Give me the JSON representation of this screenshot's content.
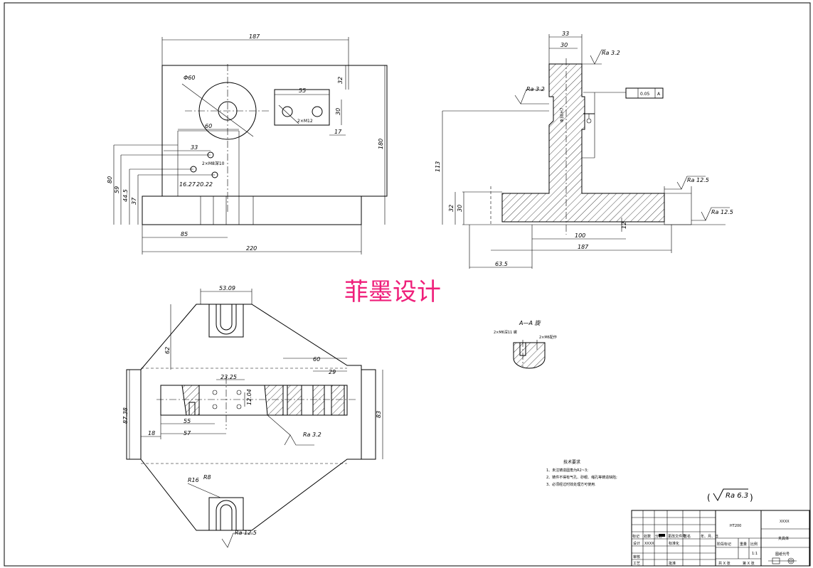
{
  "drawing": {
    "watermark": "菲墨设计",
    "section_label": "A—A 旋",
    "section_notes": [
      "2×M6深11 螺",
      "2×M6配作"
    ],
    "hole_note_front": "2×M12",
    "hole_note_left": "2×M8深10",
    "tolerance_frame": {
      "value": "0.05",
      "datum": "A"
    },
    "diameter_front": "Φ60",
    "diameter_side": "Φ30H7",
    "roughness": {
      "side_top": "Ra 3.2",
      "side_left": "Ra 3.2",
      "side_right_upper": "Ra 12.5",
      "side_right_lower": "Ra 12.5",
      "plan": "Ra 3.2",
      "plan_bottom": "Ra 12.5",
      "general": "Ra 6.3"
    },
    "front_dims": [
      "187",
      "32",
      "55",
      "30",
      "17",
      "180",
      "60",
      "33",
      "16.27",
      "20.22",
      "80",
      "59",
      "44.5",
      "37",
      "85",
      "220"
    ],
    "side_dims": [
      "33",
      "30",
      "113",
      "32",
      "30",
      "100",
      "187",
      "63.5",
      "12"
    ],
    "plan_dims": [
      "53.09",
      "62",
      "60",
      "29",
      "23.25",
      "12.04",
      "87.38",
      "55",
      "18",
      "57",
      "83",
      "R16",
      "R8"
    ],
    "tech_req": {
      "title": "技术要求",
      "items": [
        "1、未注铸造圆角为R2~3;",
        "2、铸件不得有气孔、砂眼、缩孔等铸造缺陷;",
        "3、必须经过时效处理方可使用."
      ]
    },
    "title_block": {
      "material": "HT200",
      "company": "XXXX",
      "part_name": "夹具体",
      "drawing_no": "图纸代号",
      "scale": "1:1",
      "row_labels": [
        "标记",
        "处数",
        "分区",
        "更改文件号",
        "签名",
        "年、月、日"
      ],
      "design_label": "设计",
      "design_value": "XXXX",
      "standard_label": "标准化",
      "check_label": "审核",
      "process_label": "工艺",
      "approve_label": "批准",
      "stage_label": "阶段标记",
      "weight_label": "重量",
      "scale_label": "比例",
      "sheet_total": "共 X 张",
      "sheet_no": "第 X 张"
    }
  }
}
